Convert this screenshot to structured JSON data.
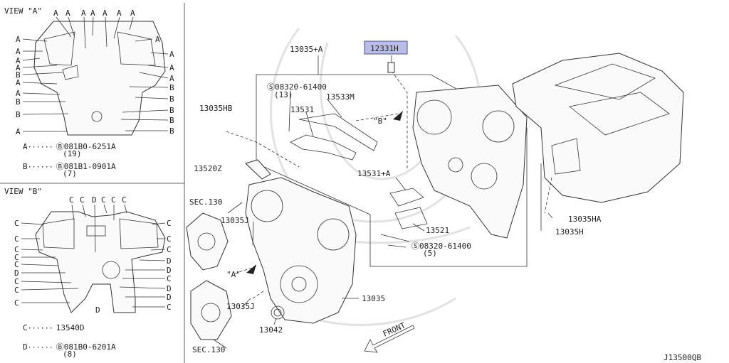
{
  "diagram_id": "J13500QB",
  "view_a": {
    "title": "VIEW \"A\"",
    "letters": "A",
    "letter_b": "B",
    "legend": [
      {
        "key": "A",
        "dots": "······",
        "part": "Ⓑ081B0-6251A",
        "qty": "(19)"
      },
      {
        "key": "B",
        "dots": "······",
        "part": "Ⓑ081B1-0901A",
        "qty": "(7)"
      }
    ]
  },
  "view_b": {
    "title": "VIEW \"B\"",
    "letter_c": "C",
    "letter_d": "D",
    "legend": [
      {
        "key": "C",
        "dots": "······",
        "part": "13540D",
        "qty": ""
      },
      {
        "key": "D",
        "dots": "······",
        "part": "Ⓑ081B0-6201A",
        "qty": "(8)"
      }
    ]
  },
  "callouts": {
    "c13035A": "13035+A",
    "c12331H": "12331H",
    "s08320_13": "Ⓢ08320-61400",
    "q13": "(13)",
    "c13533M": "13533M",
    "c13531": "13531",
    "c13035HB": "13035HB",
    "viewB": "\"B\"",
    "c13520Z": "13520Z",
    "c13531A": "13531+A",
    "sec130a": "SEC.130",
    "c13035J_a": "13035J",
    "c13035HA": "13035HA",
    "c13035H": "13035H",
    "c13521": "13521",
    "s08320_5": "Ⓢ08320-61400",
    "q5": "(5)",
    "viewA": "\"A\"",
    "c13035": "13035",
    "c13035J_b": "13035J",
    "c13042": "13042",
    "sec130b": "SEC.130",
    "front": "FRONT"
  },
  "colors": {
    "highlight": "#b9bde6",
    "line": "#333333"
  }
}
